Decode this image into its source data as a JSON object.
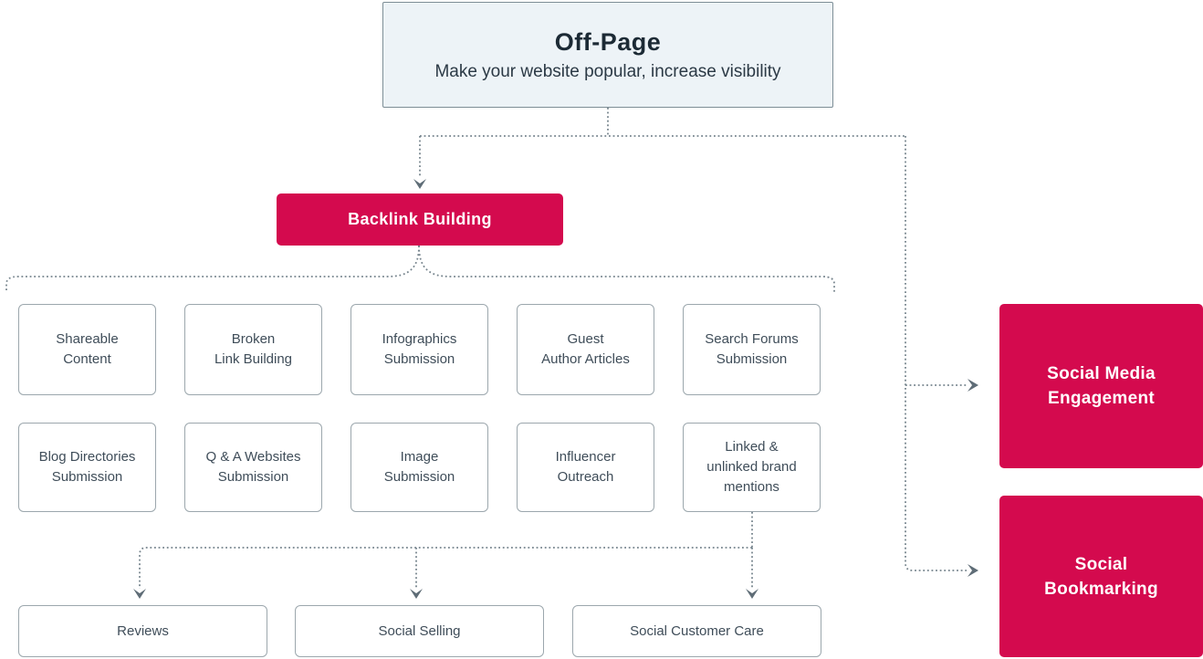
{
  "colors": {
    "accent": "#d40a4e",
    "root_bg": "#edf3f7",
    "root_border": "#7d8e96",
    "leaf_border": "#9ca7ad",
    "leaf_text": "#3f4d59",
    "connector": "#76848d",
    "arrowhead": "#5f6d77"
  },
  "root": {
    "title": "Off-Page",
    "subtitle": "Make your website popular, increase visibility"
  },
  "backlink": {
    "label": "Backlink Building"
  },
  "tactics_row1": [
    "Shareable\nContent",
    "Broken\nLink Building",
    "Infographics\nSubmission",
    "Guest\nAuthor Articles",
    "Search Forums\nSubmission"
  ],
  "tactics_row2": [
    "Blog Directories\nSubmission",
    "Q & A Websites\nSubmission",
    "Image\nSubmission",
    "Influencer\nOutreach",
    "Linked &\nunlinked brand\nmentions"
  ],
  "social_row": [
    "Reviews",
    "Social Selling",
    "Social Customer Care"
  ],
  "right_nodes": [
    "Social Media\nEngagement",
    "Social\nBookmarking"
  ]
}
